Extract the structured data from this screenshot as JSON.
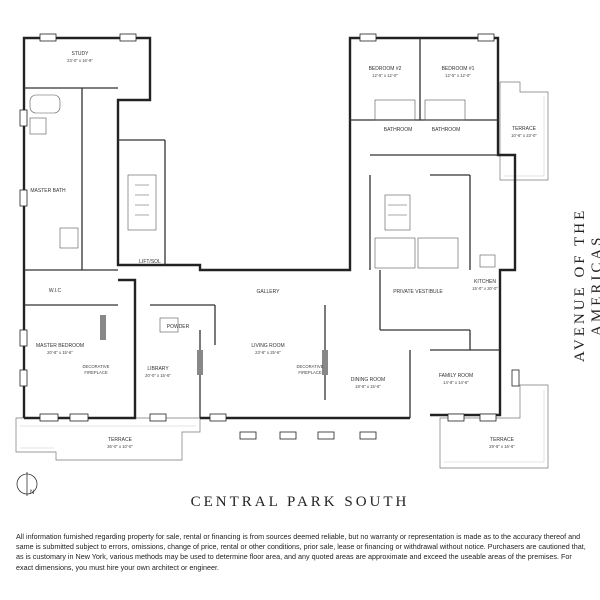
{
  "rooms": {
    "study": {
      "label": "STUDY",
      "dim": "23'-0\" x 16'-9\""
    },
    "bedroom2": {
      "label": "BEDROOM #2",
      "dim": "12'-5\" x 12'-0\""
    },
    "bedroom1": {
      "label": "BEDROOM #1",
      "dim": "12'-5\" x 12'-0\""
    },
    "bathroom_a": {
      "label": "BATHROOM"
    },
    "bathroom_b": {
      "label": "BATHROOM"
    },
    "terrace_east": {
      "label": "TERRACE",
      "dim": "10'-6\" x 23'-0\""
    },
    "master_bath": {
      "label": "MASTER BATH"
    },
    "lift": {
      "label": "LIFT/SOL"
    },
    "wic": {
      "label": "W.I.C"
    },
    "gallery": {
      "label": "GALLERY"
    },
    "private_vestibule": {
      "label": "PRIVATE VESTIBULE"
    },
    "kitchen": {
      "label": "KITCHEN",
      "dim": "15'-0\" x 20'-0\""
    },
    "master_bedroom": {
      "label": "MASTER BEDROOM",
      "dim": "20'-8\" x 15'-6\""
    },
    "powder": {
      "label": "POWDER"
    },
    "library": {
      "label": "LIBRARY",
      "dim": "20'-0\" x 15'-6\""
    },
    "living_room": {
      "label": "LIVING ROOM",
      "dim": "23'-8\" x 25'-6\""
    },
    "decorative_fp_1": {
      "label": "DECORATIVE",
      "sub": "FIREPLACE"
    },
    "decorative_fp_2": {
      "label": "DECORATIVE",
      "sub": "FIREPLACE"
    },
    "dining_room": {
      "label": "DINING ROOM",
      "dim": "18'-8\" x 15'-6\""
    },
    "family_room": {
      "label": "FAMILY ROOM",
      "dim": "14'-8\" x 14'-6\""
    },
    "terrace_south_west": {
      "label": "TERRACE",
      "dim": "36'-0\" x 10'-0\""
    },
    "terrace_south_east": {
      "label": "TERRACE",
      "dim": "29'-6\" x 16'-6\""
    }
  },
  "streets": {
    "south": "CENTRAL PARK SOUTH",
    "east": "AVENUE OF THE AMERICAS"
  },
  "compass_label": "N",
  "disclaimer": "All information furnished regarding property for sale, rental or financing is from sources deemed reliable, but no warranty or representation is made as to the accuracy thereof and same is submitted subject to errors, omissions, change of price, rental or other conditions, prior sale, lease or financing or withdrawal without notice. Purchasers are cautioned that, as is customary in New York, various methods may be used to determine floor area, and any quoted areas are approximate and exceed the useable areas of the premises. For exact dimensions, you must hire your own architect or engineer."
}
